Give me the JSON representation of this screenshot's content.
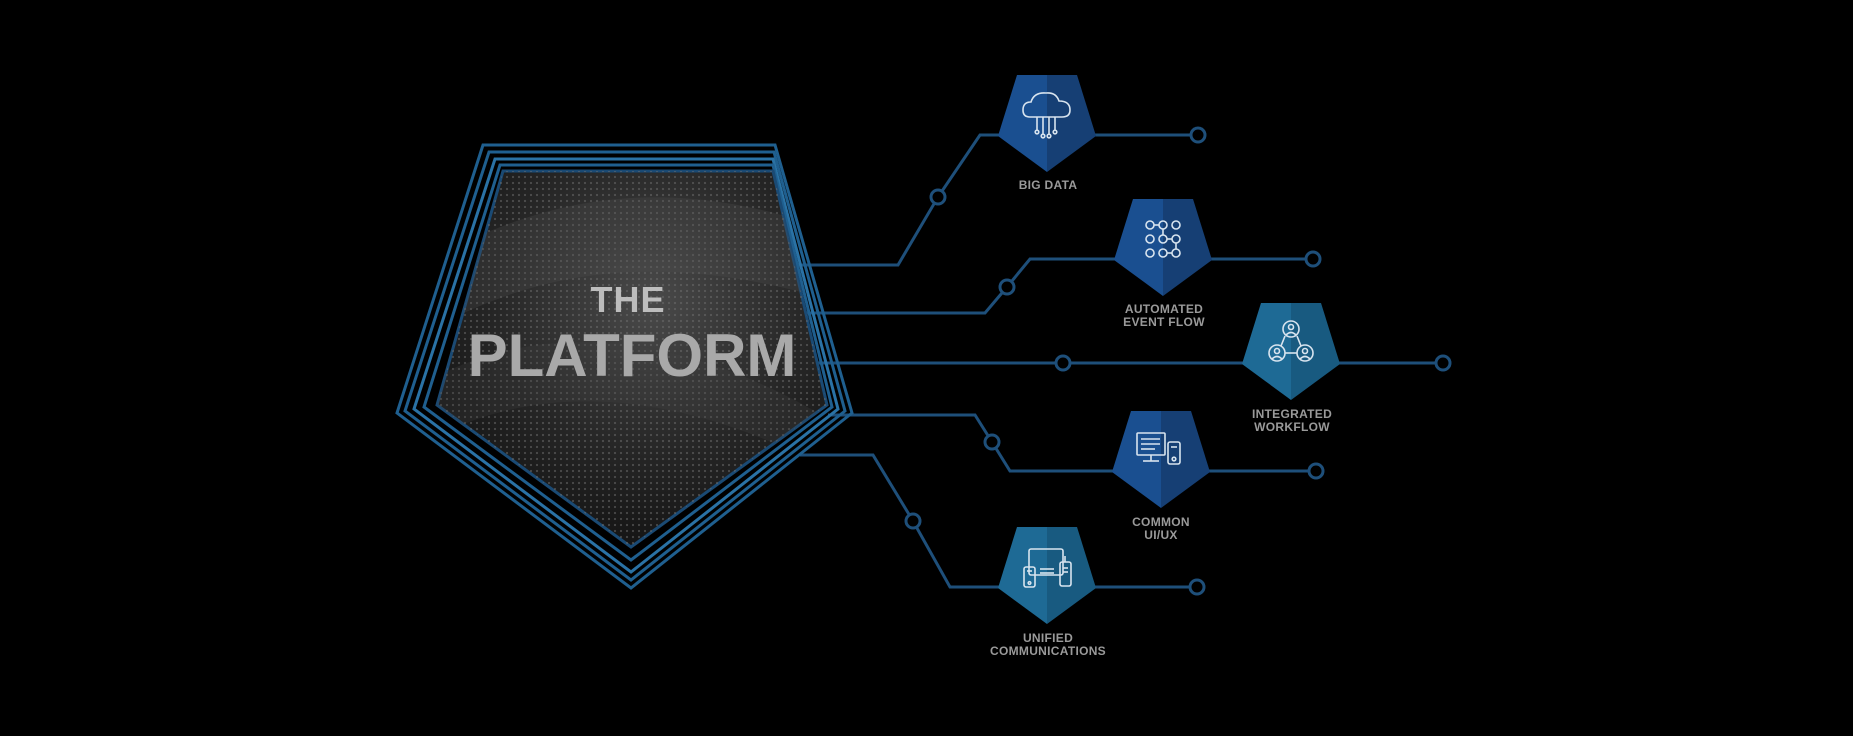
{
  "platform": {
    "line1": "THE",
    "line2": "PLATFORM"
  },
  "nodes": [
    {
      "id": "big-data",
      "label_lines": [
        "BIG DATA"
      ],
      "icon": "cloud-network-icon",
      "color": "#1c5a99"
    },
    {
      "id": "automated-event-flow",
      "label_lines": [
        "AUTOMATED",
        "EVENT FLOW"
      ],
      "icon": "flow-grid-icon",
      "color": "#1c5a99"
    },
    {
      "id": "integrated-workflow",
      "label_lines": [
        "INTEGRATED",
        "WORKFLOW"
      ],
      "icon": "people-network-icon",
      "color": "#1f6f98"
    },
    {
      "id": "common-ui-ux",
      "label_lines": [
        "COMMON",
        "UI/UX"
      ],
      "icon": "monitor-device-icon",
      "color": "#1c5a99"
    },
    {
      "id": "unified-communications",
      "label_lines": [
        "UNIFIED",
        "COMMUNICATIONS"
      ],
      "icon": "phone-radio-icon",
      "color": "#25729a"
    }
  ],
  "colors": {
    "background": "#000000",
    "pentagon_outline": "#1f5f8f",
    "connector": "#1e4f7a",
    "text": "#a9a9a9"
  }
}
